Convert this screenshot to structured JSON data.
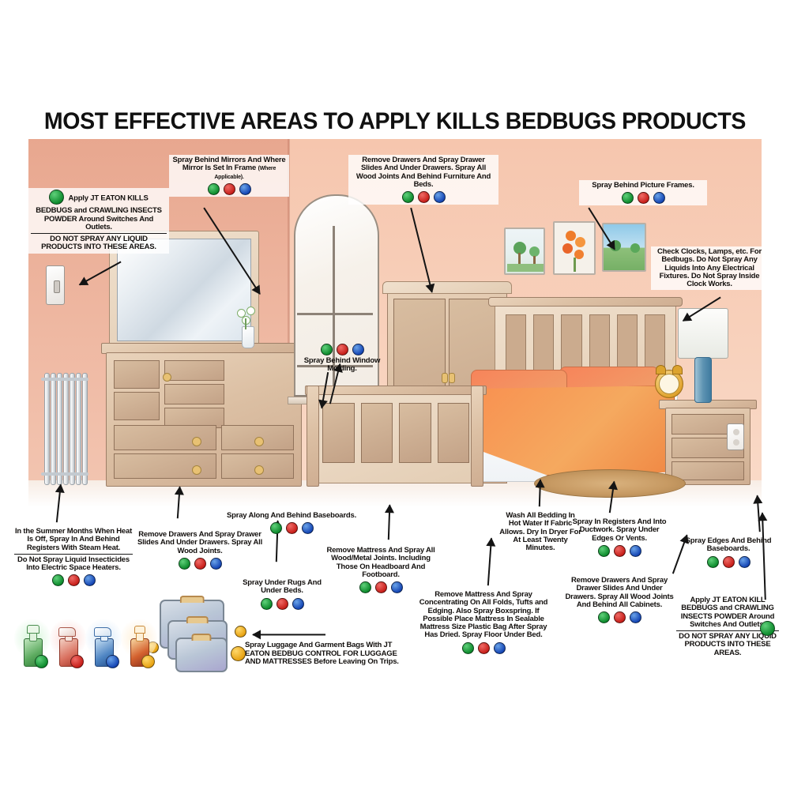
{
  "title": "MOST EFFECTIVE AREAS TO APPLY KILLS BEDBUGS PRODUCTS",
  "colors": {
    "green": "#0f8c2e",
    "red": "#c8201b",
    "blue": "#1647b5",
    "orange": "#e8a313",
    "wall_left": "#e8a78f",
    "wall_right": "#f6c6ae",
    "wood": "#dcc0a4",
    "blanket": "#f4763a"
  },
  "callouts": {
    "switches_outlets_left": {
      "text": "Apply JT EATON KILLS BEDBUGS and CRAWLING INSECTS POWDER Around Switches And Outlets.",
      "warning": "DO NOT SPRAY ANY LIQUID PRODUCTS INTO THESE AREAS.",
      "dots": [
        "green"
      ]
    },
    "mirrors": {
      "text": "Spray Behind Mirrors And Where Mirror Is Set In Frame",
      "note": "(Where Applicable).",
      "dots": [
        "green",
        "red",
        "blue"
      ]
    },
    "drawers_furniture": {
      "text": "Remove Drawers And Spray Drawer Slides And Under Drawers. Spray All Wood Joints And Behind Furniture And Beds.",
      "dots": [
        "green",
        "red",
        "blue"
      ]
    },
    "picture_frames": {
      "text": "Spray Behind Picture Frames.",
      "dots": [
        "green",
        "red",
        "blue"
      ]
    },
    "clocks_lamps": {
      "text": "Check Clocks, Lamps, etc. For Bedbugs. Do Not Spray Any Liquids Into Any Electrical Fixtures. Do Not Spray Inside Clock Works.",
      "dots": []
    },
    "window_molding": {
      "text": "Spray Behind Window Molding.",
      "dots": [
        "green",
        "red",
        "blue"
      ]
    },
    "registers_summer": {
      "text": "In the Summer Months When Heat Is Off, Spray In And Behind Registers With Steam Heat.",
      "warning": "Do Not Spray Liquid Insecticides Into Electric Space Heaters.",
      "dots": [
        "green",
        "red",
        "blue"
      ]
    },
    "dresser_drawers": {
      "text": "Remove Drawers And Spray Drawer Slides And Under Drawers. Spray All Wood Joints.",
      "dots": [
        "green",
        "red",
        "blue"
      ]
    },
    "baseboards_left": {
      "text": "Spray Along And Behind Baseboards.",
      "dots": [
        "green",
        "red",
        "blue"
      ]
    },
    "under_rugs": {
      "text": "Spray Under Rugs And Under Beds.",
      "dots": [
        "green",
        "red",
        "blue"
      ]
    },
    "mattress_joints": {
      "text": "Remove Mattress And Spray All Wood/Metal Joints. Including Those On Headboard And Footboard.",
      "dots": [
        "green",
        "red",
        "blue"
      ]
    },
    "wash_bedding": {
      "text": "Wash All Bedding In Hot Water If Fabric Allows. Dry In Dryer For At Least Twenty Minutes.",
      "dots": []
    },
    "mattress_folds": {
      "text": "Remove Mattress And Spray Concentrating On All Folds, Tufts and Edging. Also Spray Boxspring. If Possible Place Mattress In Sealable Mattress Size Plastic Bag After Spray Has Dried. Spray Floor Under Bed.",
      "dots": [
        "green",
        "red",
        "blue"
      ]
    },
    "registers_ductwork": {
      "text": "Spray In Registers And Into Ductwork. Spray Under Edges Or Vents.",
      "dots": [
        "green",
        "red",
        "blue"
      ]
    },
    "cabinets_drawers": {
      "text": "Remove Drawers And Spray Drawer Slides And Under Drawers. Spray All Wood Joints And Behind All Cabinets.",
      "dots": [
        "green",
        "red",
        "blue"
      ]
    },
    "baseboards_right": {
      "text": "Spray Edges And Behind Baseboards.",
      "dots": [
        "green",
        "red",
        "blue"
      ]
    },
    "switches_outlets_right": {
      "text": "Apply JT EATON KILL BEDBUGS and CRAWLING INSECTS POWDER Around Switches And Outlets.",
      "warning": "DO NOT SPRAY ANY LIQUID PRODUCTS INTO THESE AREAS.",
      "dots": [
        "green"
      ]
    },
    "luggage": {
      "text": "Spray Luggage And Garment Bags With JT EATON BEDBUG CONTROL FOR LUGGAGE AND MATTRESSES Before Leaving On Trips.",
      "dots": [
        "orange"
      ]
    }
  },
  "products": [
    {
      "name": "kills-bedbugs-powder",
      "dot": "green"
    },
    {
      "name": "kills-bedbugs-spray-red",
      "dot": "red"
    },
    {
      "name": "kills-bedbugs-spray-blue",
      "dot": "blue"
    },
    {
      "name": "bedbug-luggage-mattress-aerosol",
      "dot": "orange"
    }
  ],
  "scene": {
    "items": [
      "radiator",
      "mirror",
      "dresser",
      "window",
      "armoire",
      "bed",
      "nightstand",
      "lamp",
      "alarm-clock",
      "pictures",
      "rug",
      "light-switch",
      "wall-outlet",
      "flower-vase"
    ]
  }
}
